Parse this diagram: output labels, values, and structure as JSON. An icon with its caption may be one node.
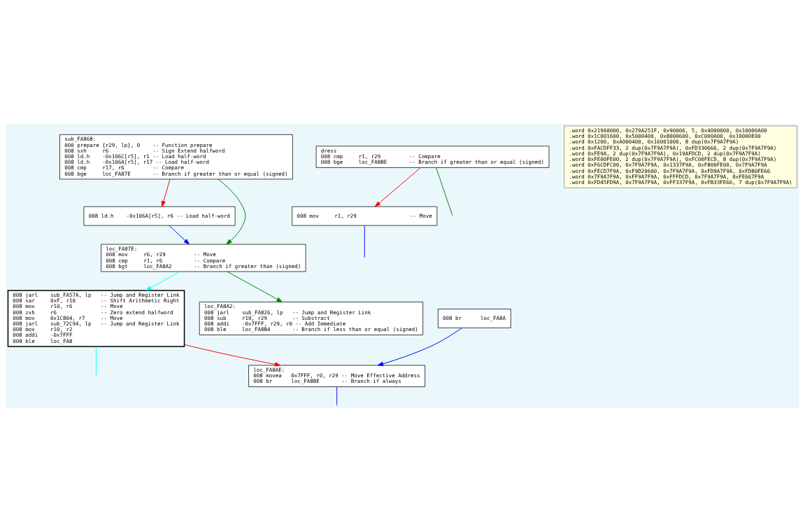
{
  "diagram": {
    "nodes": [
      {
        "text": [
          "sub_FA868:",
          "000 prepare {r29, lp}, 0    -- Function prepare",
          "008 sxh     r6              -- Sign Extend halfword",
          "008 ld.h    -0x106C[r5], r1 -- Load half-word",
          "008 ld.h    -0x106A[r5], r17 -- Load half-word",
          "008 cmp     r17, r6         -- Compare",
          "008 bge     loc_FA87E       -- Branch if greater than or equal (signed)"
        ]
      },
      {
        "text": [
          "008 ld.h    -0x106A[r5], r6 -- Load half-word"
        ]
      },
      {
        "text": [
          "loc_FA87E:",
          "008 mov     r6, r29         -- Move",
          "008 cmp     r1, r6          -- Compare",
          "008 bgt     loc_FA8A2       -- Branch if greater than (signed)"
        ]
      },
      {
        "text": [
          "008 jarl    sub_FA57A, lp   -- Jump and Register Link",
          "008 sar     0xF, r10        -- Shift Arithmetic Right",
          "008 mov     r10, r6         -- Move",
          "008 zxh     r6              -- Zero extend halfword",
          "008 mov     0x1C804, r7     -- Move",
          "008 jarl    sub_72C94, lp   -- Jump and Register Link",
          "008 mov     r10, r2",
          "008 addi    -0x7FFF",
          "008 ble     loc_FA8"
        ]
      },
      {
        "text": [
          "loc_FA8A2:",
          "008 jarl    sub_FA826, lp   -- Jump and Register Link",
          "008 sub     r10, r29        -- Substract",
          "008 addi    -0x7FFF, r29, r0 -- Add Immediate",
          "008 ble     loc_FA8B4       -- Branch if less than or equal (signed)"
        ]
      },
      {
        "text": [
          "008 br      loc_FA8A"
        ]
      },
      {
        "text": [
          "dress",
          "008 cmp     r1, r29         -- Compare",
          "008 bge     loc_FA8BE       -- Branch if greater than or equal (signed)"
        ]
      },
      {
        "text": [
          ".word 0x219A0000, 0x270A251F, 0x90006, 5, 0x4000000, 0x10000A00",
          ".word 0x1C001600, 0x5000400, 0x8000600, 0xC000A00, 0x10000E00",
          ".word 0x1200, 0xA000400, 0x16001000, 8 dup(0x7F9A7F9A)",
          ".word 0xFACDFF33, 2 dup(0x7F9A7F9A), 0xFD330666, 2 dup(0x7F9A7F9A)",
          ".word 0xFE9A, 2 dup(0x7F9A7F9A), 0x19AFDCD, 2 dup(0x7F9A7F9A)",
          ".word 0xFE00FE00, 2 dup(0x7F9A7F9A), 0xFC00FECD, 8 dup(0x7F9A7F9A)",
          ".word 0xF6CDFC00, 0x7F9A7F9A, 0x1337F9A, 0xF800FE00, 0x7F9A7F9A",
          ".word 0xFECD7F9A, 0xF9D20600, 0x7F9A7F9A, 0xFD9A7F9A, 0xFD80FE66",
          ".word 0x7F9A7F9A, 0xFF9A7F9A, 0xFFFDCD, 0x7F9A7F9A, 0xFE667F9A",
          ".word 0xFD45FD9A, 0x7F9A7F9A, 0xFF337F9A, 0xFB33FE66, 7 dup(0x7F9A7F9A)"
        ]
      },
      {
        "text": [
          "loc_FA8AE:",
          "008 movea   0x7FFF, r0, r29 -- Move Effective Address",
          "008 br      loc_FA8BE       -- Branch if always"
        ]
      },
      {
        "text": [
          "008 mov     r1, r29                 -- Move"
        ]
      }
    ],
    "edges": [
      {
        "from": 0,
        "to": 1,
        "arrow": "to",
        "color": "#ff0000"
      },
      {
        "from": 0,
        "to": 2,
        "arrow": "to",
        "color": "#008000"
      },
      {
        "from": 1,
        "to": 2,
        "arrow": "to",
        "color": "#0000ff"
      },
      {
        "from": 2,
        "to": 3,
        "arrow": "to",
        "color": "#00ffff"
      },
      {
        "from": 2,
        "to": 4,
        "arrow": "to",
        "color": "#008000"
      },
      {
        "from": 5,
        "to": 8,
        "arrow": "to",
        "color": "#0000ff"
      },
      {
        "from": 3,
        "to": 8,
        "arrow": "to",
        "color": "#ff0000"
      },
      {
        "from": 6,
        "to": 9,
        "arrow": "to",
        "color": "#ff0000"
      },
      {
        "from": 3,
        "to": null,
        "arrow": "none",
        "color": "#00ffff"
      },
      {
        "from": 6,
        "to": null,
        "arrow": "none",
        "color": "#008000"
      },
      {
        "from": 8,
        "to": null,
        "arrow": "none",
        "color": "#0000ff"
      },
      {
        "from": 9,
        "to": null,
        "arrow": "none",
        "color": "#0000ff"
      }
    ]
  }
}
